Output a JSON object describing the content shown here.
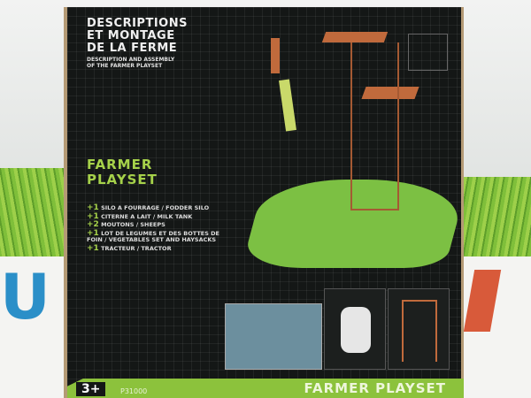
{
  "box": {
    "heading_fr": [
      "DESCRIPTIONS",
      "ET MONTAGE",
      "DE LA FERME"
    ],
    "heading_en": [
      "DESCRIPTION AND ASSEMBLY",
      "OF THE FARMER PLAYSET"
    ],
    "title": [
      "FARMER",
      "PLAYSET"
    ],
    "contents": [
      {
        "qty": "+1",
        "text": "SILO A FOURRAGE / FODDER SILO"
      },
      {
        "qty": "+1",
        "text": "CITERNE A LAIT / MILK TANK"
      },
      {
        "qty": "+2",
        "text": "MOUTONS / SHEEPS"
      },
      {
        "qty": "+1",
        "text": "LOT DE LEGUMES ET DES BOTTES DE FOIN / VEGETABLES SET AND HAYSACKS"
      },
      {
        "qty": "+1",
        "text": "TRACTEUR / TRACTOR"
      }
    ],
    "age": "3+",
    "product_code": "P31000",
    "band_name": "FARMER PLAYSET",
    "accent": "#8cc23c"
  }
}
